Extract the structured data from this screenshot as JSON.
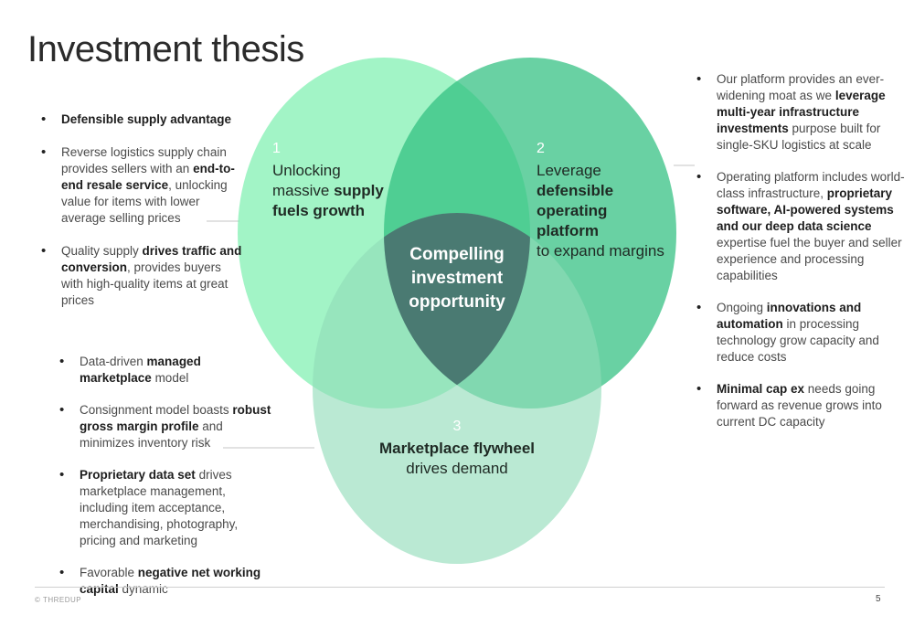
{
  "title": "Investment thesis",
  "left_top_bullets": [
    {
      "bold": "Defensible supply advantage"
    },
    {
      "pre": "Reverse logistics supply chain provides sellers with an ",
      "bold": "end-to-end resale service",
      "post": ", unlocking value for items with lower average selling prices"
    },
    {
      "pre": "Quality supply ",
      "bold": "drives traffic and conversion",
      "post": ", provides buyers with high-quality items at great prices"
    }
  ],
  "left_bottom_bullets": [
    {
      "pre": "Data-driven ",
      "bold": "managed marketplace",
      "post": " model"
    },
    {
      "pre": "Consignment model boasts ",
      "bold": "robust gross margin profile",
      "post": " and minimizes inventory risk"
    },
    {
      "bold": "Proprietary data set",
      "post": " drives marketplace management, including item acceptance, merchandising, photography, pricing and marketing"
    },
    {
      "pre": "Favorable ",
      "bold": "negative net working capital",
      "post": " dynamic"
    }
  ],
  "right_bullets": [
    {
      "pre": "Our platform provides an ever-widening moat as we ",
      "bold": "leverage multi-year infrastructure investments",
      "post": " purpose built for single-SKU logistics at scale"
    },
    {
      "pre": "Operating platform includes world-class infrastructure, ",
      "bold": "proprietary software, AI-powered systems and our deep data science",
      "post": " expertise fuel the buyer and seller experience and processing capabilities"
    },
    {
      "pre": "Ongoing ",
      "bold": "innovations and automation",
      "post": " in processing technology grow capacity and reduce costs"
    },
    {
      "bold": "Minimal cap ex",
      "post": " needs going forward as revenue grows into current DC capacity"
    }
  ],
  "circles": {
    "c1": {
      "num": "1",
      "pre": "Unlocking massive ",
      "bold": "supply fuels growth",
      "post": ""
    },
    "c2": {
      "num": "2",
      "pre": "Leverage ",
      "bold": "defensible operating platform",
      "post": " to expand margins"
    },
    "c3": {
      "num": "3",
      "pre": "",
      "bold": "Marketplace flywheel",
      "post": " drives demand"
    },
    "center": "Compelling investment opportunity"
  },
  "colors": {
    "circle1": "#7ef0b0",
    "circle2": "#3cc68a",
    "circle3": "#9ee3c2",
    "center": "#4a7a72"
  },
  "footer": {
    "brand": "© THREDUP",
    "page": "5"
  }
}
